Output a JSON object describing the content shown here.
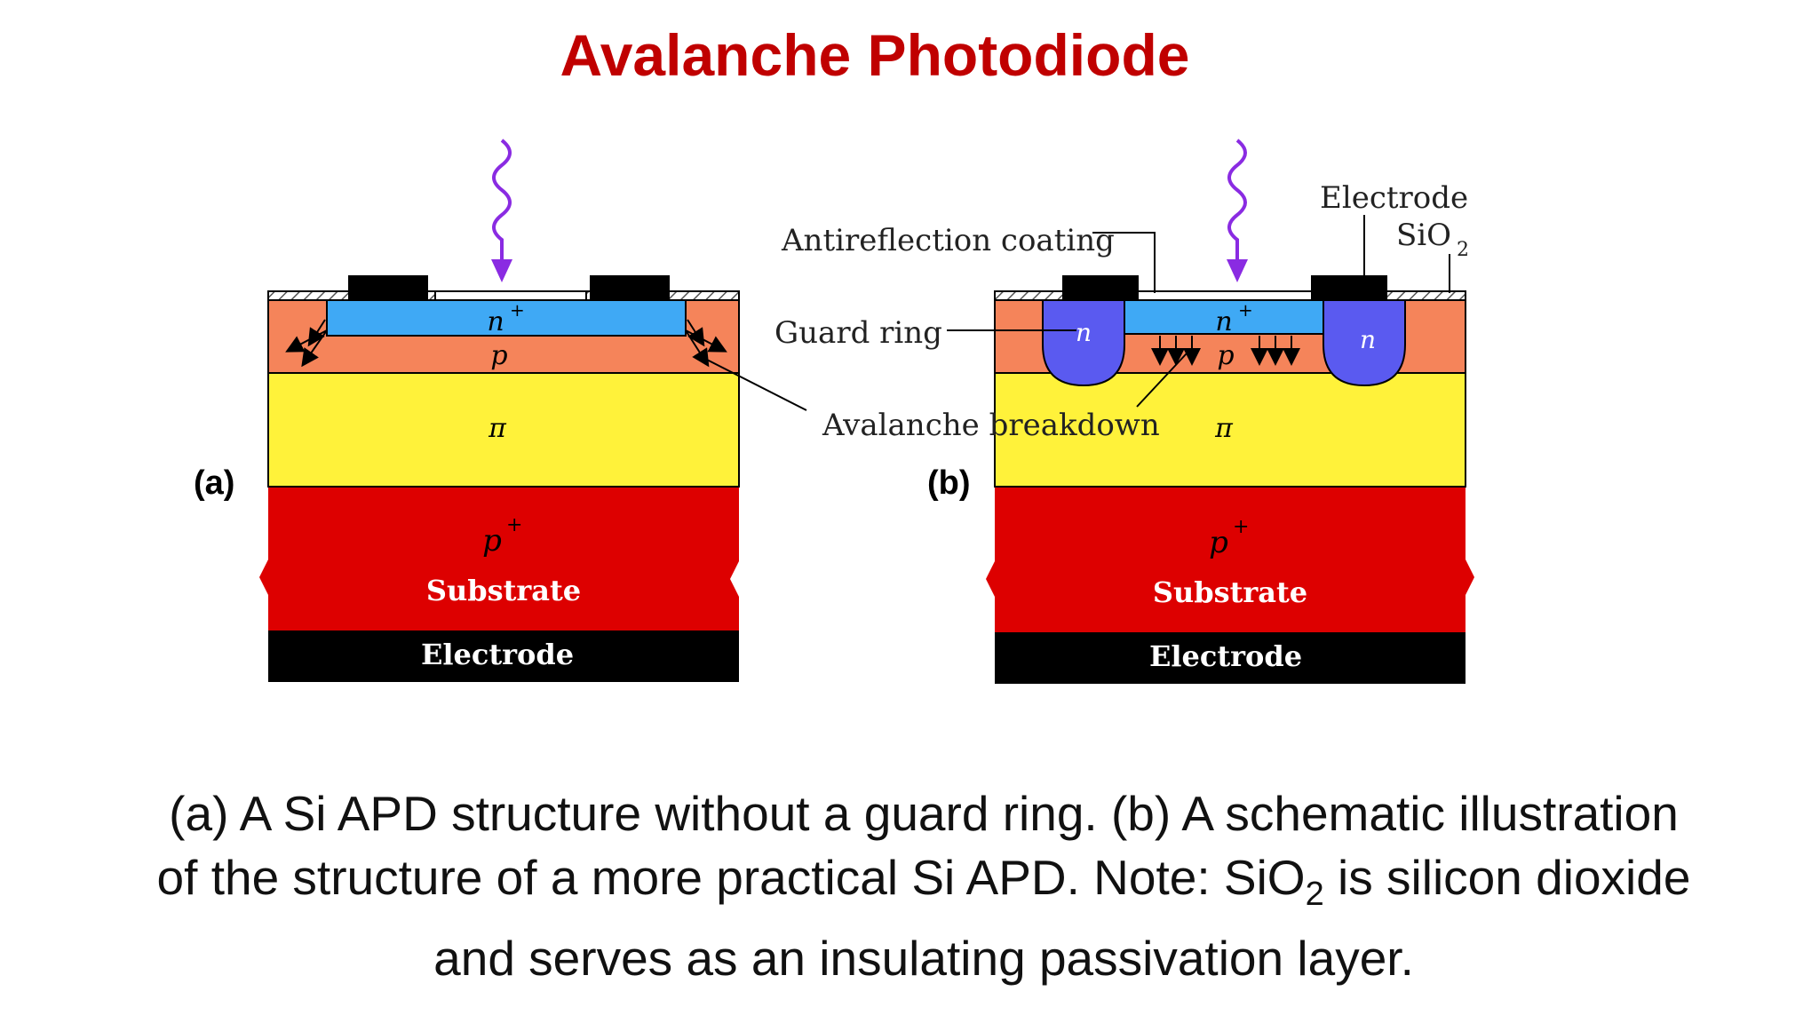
{
  "title": "Avalanche Photodiode",
  "colors": {
    "title": "#c00000",
    "n_plus": "#3fa9f5",
    "p_layer": "#f5845a",
    "pi_layer": "#fff23a",
    "substrate": "#dd0000",
    "electrode": "#000000",
    "guard_ring": "#5a5af0",
    "photon": "#8a2be2"
  },
  "panel_a": {
    "label": "(a)",
    "n_plus": "n",
    "n_plus_sup": "+",
    "p": "p",
    "pi": "π",
    "p_plus": "p",
    "p_plus_sup": "+",
    "substrate": "Substrate",
    "electrode": "Electrode"
  },
  "panel_b": {
    "label": "(b)",
    "n_plus": "n",
    "n_plus_sup": "+",
    "p": "p",
    "pi": "π",
    "guard_n_left": "n",
    "guard_n_right": "n",
    "p_plus": "p",
    "p_plus_sup": "+",
    "substrate": "Substrate",
    "electrode": "Electrode",
    "top_electrode_label": "Electrode",
    "sio2": "SiO",
    "sio2_sub": "2"
  },
  "callouts": {
    "antireflection": "Antireflection coating",
    "guard_ring": "Guard ring",
    "avalanche": "Avalanche breakdown"
  },
  "caption": {
    "line1": "(a) A Si APD structure without a guard ring. (b) A schematic illustration",
    "line2_pre": "of the structure of a more practical Si  APD. Note: SiO",
    "line2_sub": "2",
    "line2_post": " is silicon dioxide",
    "line3": "and serves as an insulating passivation layer."
  }
}
